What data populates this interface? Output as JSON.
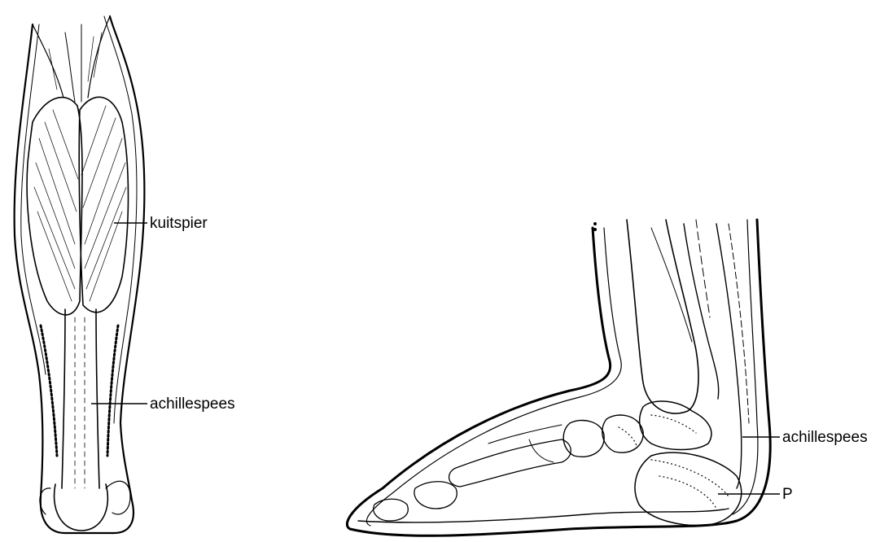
{
  "figure": {
    "left_illustration": "calf-muscle-and-tendon-back-view",
    "right_illustration": "foot-side-view-cross-section",
    "labels": {
      "calf_muscle": "kuitspier",
      "achilles_left": "achillespees",
      "achilles_right": "achillespees",
      "point_p": "P"
    },
    "line_color": "#000000",
    "background": "#ffffff"
  }
}
